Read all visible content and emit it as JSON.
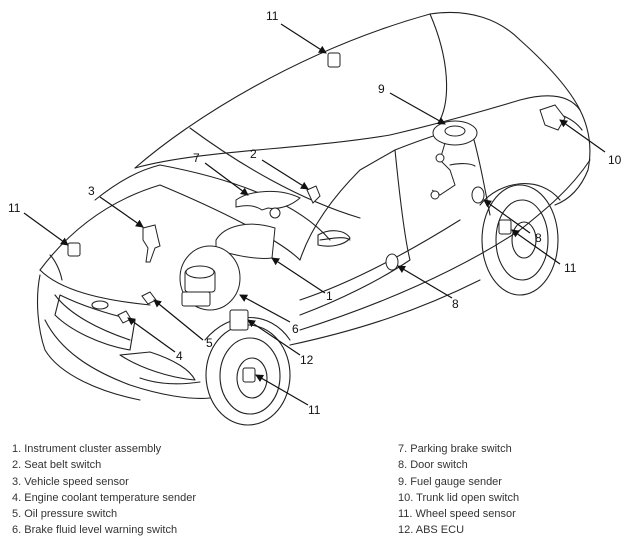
{
  "callouts": {
    "c11_top": "11",
    "c9": "9",
    "c10": "10",
    "c7": "7",
    "c2": "2",
    "c3": "3",
    "c11_left": "11",
    "c8_rear": "8",
    "c11_rear": "11",
    "c1": "1",
    "c8_door": "8",
    "c6": "6",
    "c5": "5",
    "c4": "4",
    "c12": "12",
    "c11_front": "11"
  },
  "legend_left": [
    "1. Instrument cluster assembly",
    "2. Seat belt switch",
    "3. Vehicle speed sensor",
    "4. Engine coolant temperature sender",
    "5. Oil pressure switch",
    "6. Brake fluid level warning switch"
  ],
  "legend_right": [
    "7. Parking brake switch",
    "8. Door switch",
    "9. Fuel gauge sender",
    "10. Trunk lid open switch",
    "11. Wheel speed sensor",
    "12. ABS ECU"
  ]
}
